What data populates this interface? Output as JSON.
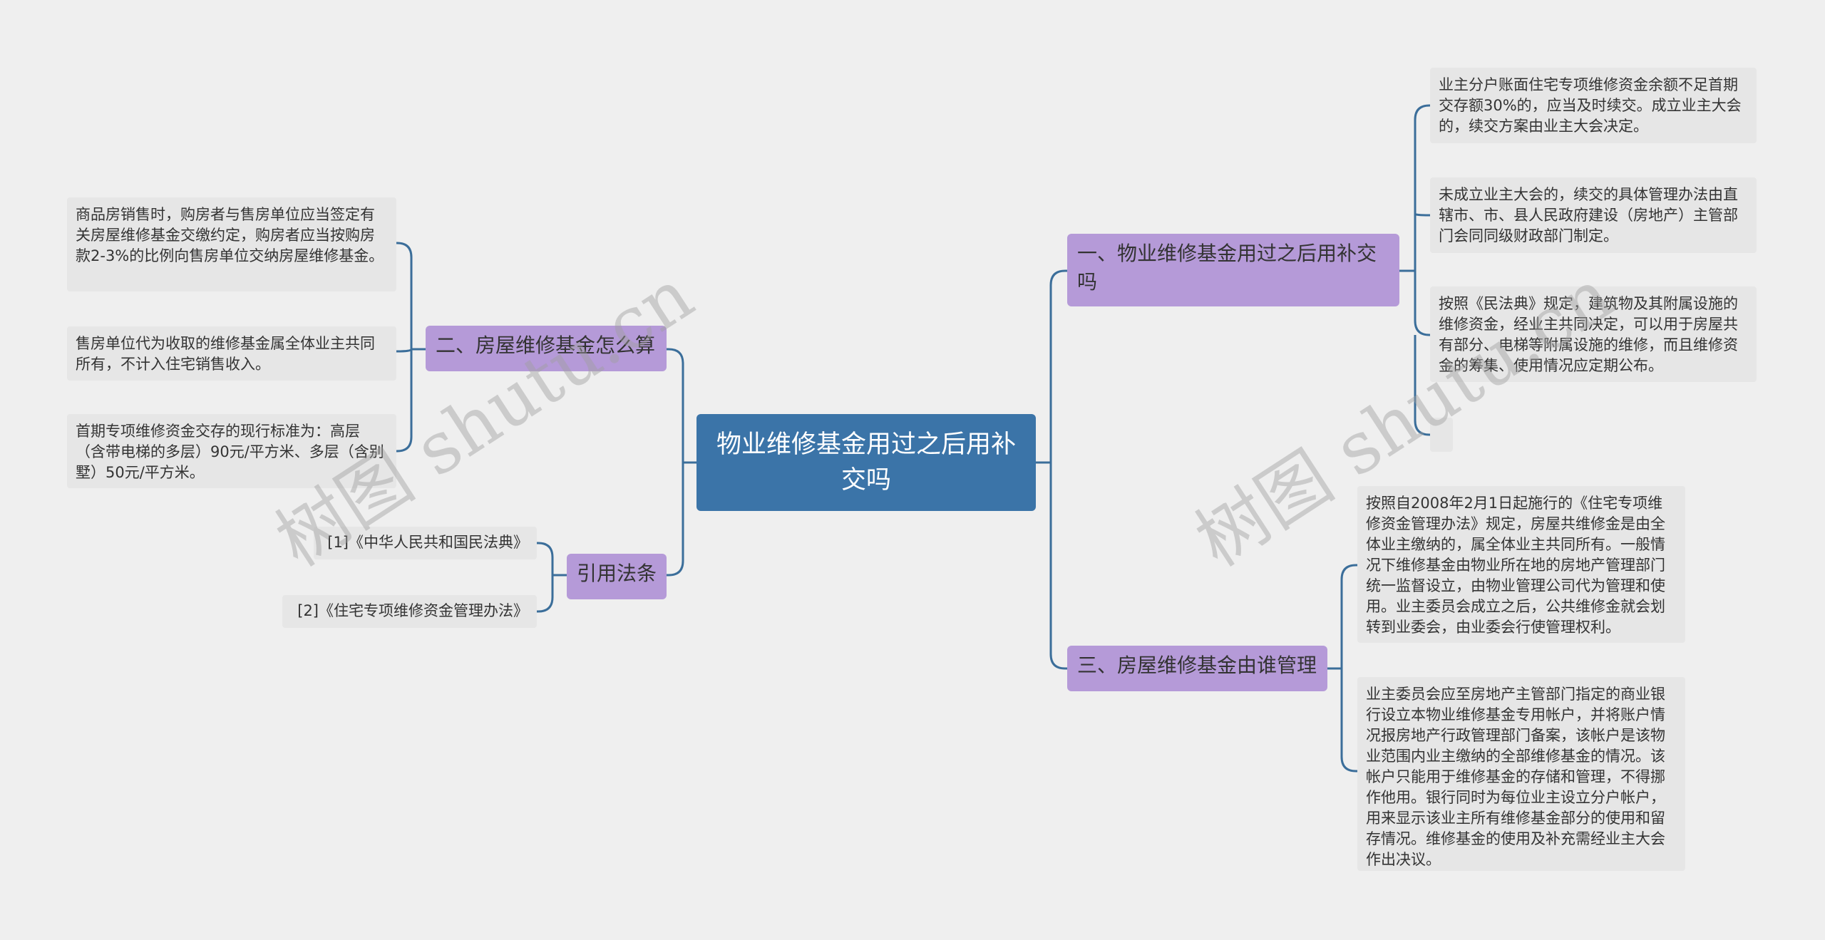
{
  "root": {
    "title": "物业维修基金用过之后用补交吗"
  },
  "branches": {
    "b1": {
      "label": "一、物业维修基金用过之后用补交吗",
      "leaves": [
        "业主分户账面住宅专项维修资金余额不足首期交存额30%的，应当及时续交。成立业主大会的，续交方案由业主大会决定。",
        "未成立业主大会的，续交的具体管理办法由直辖市、市、县人民政府建设（房地产）主管部门会同同级财政部门制定。",
        "按照《民法典》规定，建筑物及其附属设施的维修资金，经业主共同决定，可以用于房屋共有部分、电梯等附属设施的维修，而且维修资金的筹集、使用情况应定期公布。",
        ""
      ]
    },
    "b2": {
      "label": "二、房屋维修基金怎么算",
      "leaves": [
        "商品房销售时，购房者与售房单位应当签定有关房屋维修基金交缴约定，购房者应当按购房款2-3%的比例向售房单位交纳房屋维修基金。",
        "售房单位代为收取的维修基金属全体业主共同所有，不计入住宅销售收入。",
        "首期专项维修资金交存的现行标准为：高层（含带电梯的多层）90元/平方米、多层（含别墅）50元/平方米。"
      ]
    },
    "b3": {
      "label": "三、房屋维修基金由谁管理",
      "leaves": [
        "按照自2008年2月1日起施行的《住宅专项维修资金管理办法》规定，房屋共维修金是由全体业主缴纳的，属全体业主共同所有。一般情况下维修基金由物业所在地的房地产管理部门统一监督设立，由物业管理公司代为管理和使用。业主委员会成立之后，公共维修金就会划转到业委会，由业委会行使管理权利。",
        "业主委员会应至房地产主管部门指定的商业银行设立本物业维修基金专用帐户，并将账户情况报房地产行政管理部门备案，该帐户是该物业范围内业主缴纳的全部维修基金的情况。该帐户只能用于维修基金的存储和管理，不得挪作他用。银行同时为每位业主设立分户帐户，用来显示该业主所有维修基金部分的使用和留存情况。维修基金的使用及补充需经业主大会作出决议。"
      ]
    },
    "b4": {
      "label": "引用法条",
      "leaves": [
        "[1]《中华人民共和国民法典》",
        "[2]《住宅专项维修资金管理办法》"
      ]
    }
  },
  "watermark": "树图 shutu.cn",
  "colors": {
    "background": "#efefef",
    "root": "#3b74a8",
    "branch": "#b59ad8",
    "leaf": "#e6e6e6",
    "connector": "#3b6e9a"
  }
}
